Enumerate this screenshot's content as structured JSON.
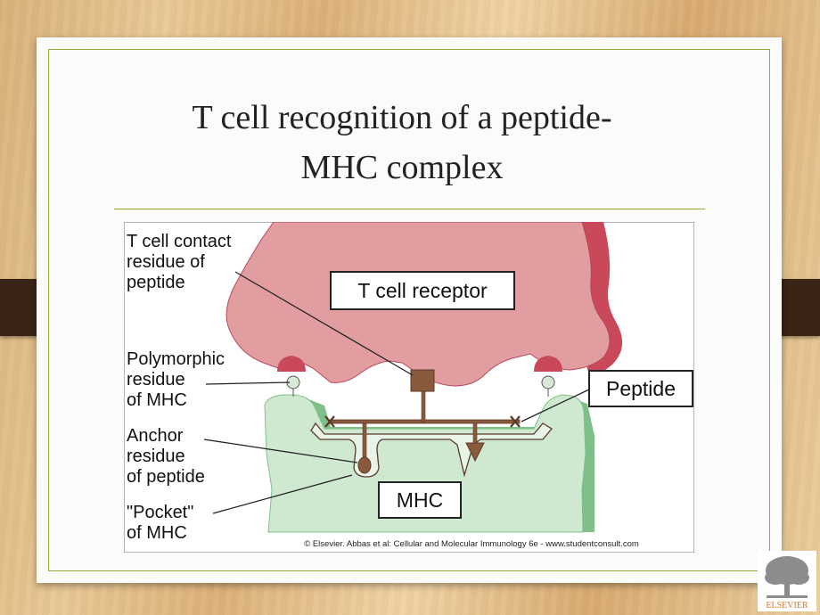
{
  "slide": {
    "title_line1": "T cell recognition of a peptide-",
    "title_line2": "MHC complex"
  },
  "figure": {
    "labels": {
      "tcell_contact_1": "T cell contact",
      "tcell_contact_2": "residue of",
      "tcell_contact_3": "peptide",
      "polymorphic_1": "Polymorphic",
      "polymorphic_2": "residue",
      "polymorphic_3": "of MHC",
      "anchor_1": "Anchor",
      "anchor_2": "residue",
      "anchor_3": "of peptide",
      "pocket_1": "\"Pocket\"",
      "pocket_2": "of MHC"
    },
    "boxes": {
      "tcell_receptor": "T cell receptor",
      "peptide": "Peptide",
      "mhc": "MHC"
    },
    "copyright": "© Elsevier. Abbas et al: Cellular and Molecular Immunology 6e - www.studentconsult.com",
    "colors": {
      "tcr_fill": "#e29da0",
      "tcr_edge": "#c9485a",
      "mhc_fill": "#cfe9d0",
      "mhc_edge": "#7fc08a",
      "peptide": "#8a5a3c"
    }
  },
  "logo": {
    "text": "ELSEVIER"
  }
}
